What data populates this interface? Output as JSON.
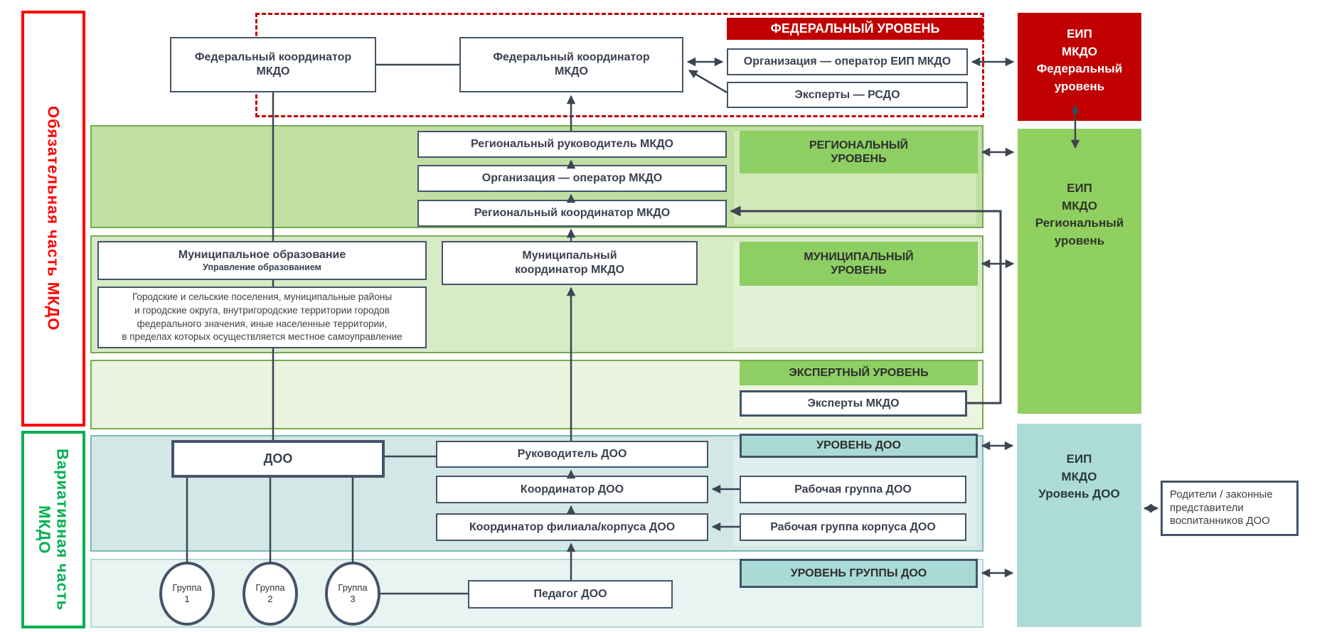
{
  "palette": {
    "dark_red": "#C00000",
    "bright_red": "#FF0000",
    "bright_green": "#00B050",
    "header_green": "#8DCF63",
    "eip_green": "#90D060",
    "teal_header": "#AADAD6",
    "eip_teal": "#ADDCD8",
    "box_border": "#44546A",
    "line_color": "#3C4553"
  },
  "side_labels": {
    "mandatory": "Обязательная часть МКДО",
    "variative": "Вариативная часть\nМКДО"
  },
  "federal": {
    "header": "ФЕДЕРАЛЬНЫЙ УРОВЕНЬ",
    "coordinator_left": "Федеральный координатор\nМКДО",
    "coordinator_right": "Федеральный координатор\nМКДО",
    "operator": "Организация — оператор ЕИП МКДО",
    "experts": "Эксперты — РСДО",
    "eip": "ЕИП\nМКДО\nФедеральный\nуровень"
  },
  "regional": {
    "header": "РЕГИОНАЛЬНЫЙ\nУРОВЕНЬ",
    "head": "Региональный руководитель МКДО",
    "operator": "Организация — оператор МКДО",
    "coordinator": "Региональный координатор МКДО",
    "eip": "ЕИП\nМКДО\nРегиональный\nуровень"
  },
  "municipal": {
    "header": "МУНИЦИПАЛЬНЫЙ\nУРОВЕНЬ",
    "entity_title": "Муниципальное образование",
    "entity_subtitle": "Управление образованием",
    "territories": "Городские и сельские поселения, муниципальные районы\nи городские округа, внутригородские территории городов\nфедерального значения, иные населенные территории,\nв пределах которых осуществляется местное самоуправление",
    "coordinator": "Муниципальный\nкоординатор МКДО"
  },
  "expert": {
    "header": "ЭКСПЕРТНЫЙ УРОВЕНЬ",
    "experts": "Эксперты МКДО"
  },
  "doo": {
    "header": "УРОВЕНЬ ДОО",
    "doo": "ДОО",
    "head": "Руководитель ДОО",
    "coordinator": "Координатор ДОО",
    "branch_coordinator": "Координатор филиала/корпуса ДОО",
    "work_group": "Рабочая группа ДОО",
    "branch_work_group": "Рабочая группа корпуса ДОО",
    "eip": "ЕИП\nМКДО\nУровень ДОО"
  },
  "group": {
    "header": "УРОВЕНЬ ГРУППЫ ДОО",
    "groups": [
      "Группа\n1",
      "Группа\n2",
      "Группа\n3"
    ],
    "teacher": "Педагог ДОО"
  },
  "parents": "Родители / законные представители воспитанников ДОО"
}
